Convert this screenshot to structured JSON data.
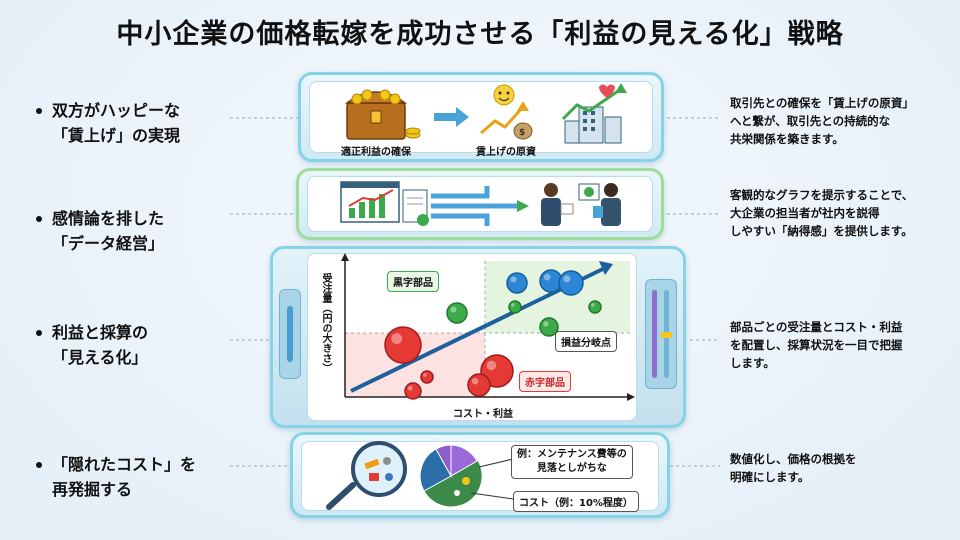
{
  "title": "中小企業の価格転嫁を成功させる「利益の見える化」戦略",
  "left_items": [
    {
      "line1": "双方がハッピーな",
      "line2": "「賃上げ」の実現"
    },
    {
      "line1": "感情論を排した",
      "line2": "「データ経営」"
    },
    {
      "line1": "利益と採算の",
      "line2": "「見える化」"
    },
    {
      "line1": "「隠れたコスト」を",
      "line2": "再発掘する"
    }
  ],
  "right_items": [
    {
      "lines": [
        "取引先との確保を「賃上げの原資」",
        "へと繋が、取引先との持続的な",
        "共栄関係を築きます。"
      ]
    },
    {
      "lines": [
        "客観的なグラフを提示することで、",
        "大企業の担当者が社内を説得",
        "しやすい「納得感」を提供します。"
      ]
    },
    {
      "lines": [
        "部品ごとの受注量とコスト・利益",
        "を配置し、採算状況を一目で把握",
        "します。"
      ]
    },
    {
      "lines": [
        "数値化し、価格の根拠を",
        "明確にします。"
      ]
    }
  ],
  "panel1": {
    "label_left": "適正利益の確保",
    "label_right": "賃上げの原資"
  },
  "panel3": {
    "y_axis": "受注量（円の大きさ）",
    "x_axis": "コスト・利益",
    "tag_black": "黒字部品",
    "tag_red": "赤字部品",
    "tag_break": "損益分岐点"
  },
  "panel4": {
    "tag_example": "例：メンテナンス費等の",
    "tag_example2": "見落としがちな",
    "tag_cost": "コスト（例：10%程度）"
  }
}
